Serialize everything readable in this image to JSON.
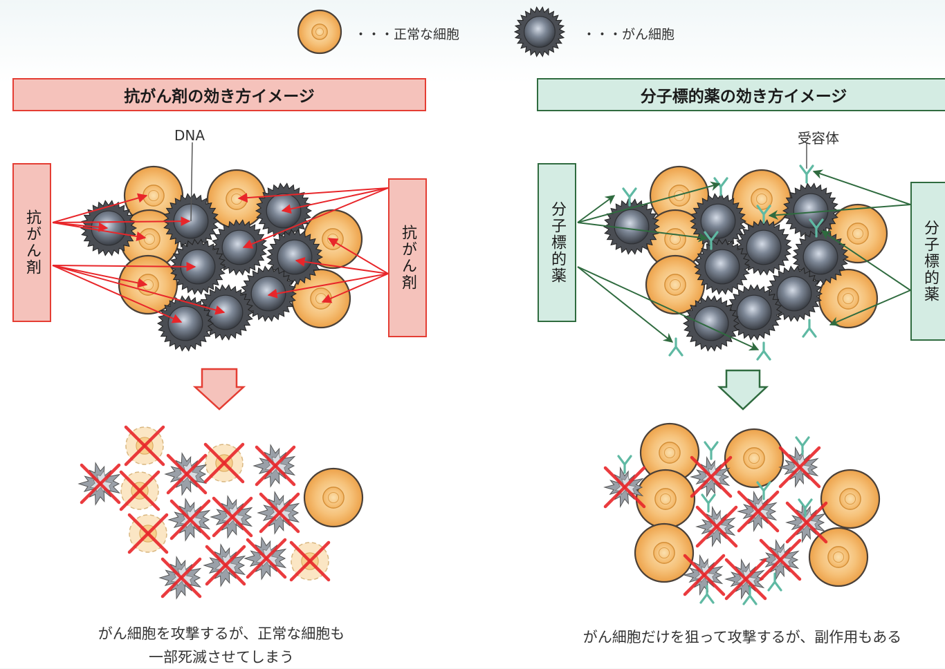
{
  "legend": {
    "normal_label": "・・・正常な細胞",
    "cancer_label": "・・・がん細胞"
  },
  "left": {
    "title": "抗がん剤の効き方イメージ",
    "dna_label": "DNA",
    "drug_label_left": "抗がん剤",
    "drug_label_right": "抗がん剤",
    "caption_line1": "がん細胞を攻撃するが、正常な細胞も",
    "caption_line2": "一部死滅させてしまう"
  },
  "right": {
    "title": "分子標的薬の効き方イメージ",
    "receptor_label": "受容体",
    "drug_label_left": "分子標的薬",
    "drug_label_right": "分子標的薬",
    "caption": "がん細胞だけを狙って攻撃するが、副作用もある"
  },
  "colors": {
    "left_box_fill": "#f5c2bb",
    "left_box_border": "#e43d33",
    "right_box_fill": "#d4ece3",
    "right_box_border": "#2f6b3f",
    "normal_cell": "#f4b462",
    "cancer_cell": "#5b6069",
    "red_arrow": "#e8262a",
    "green_arrow": "#2f6b3f",
    "receptor": "#5fb9a3"
  }
}
